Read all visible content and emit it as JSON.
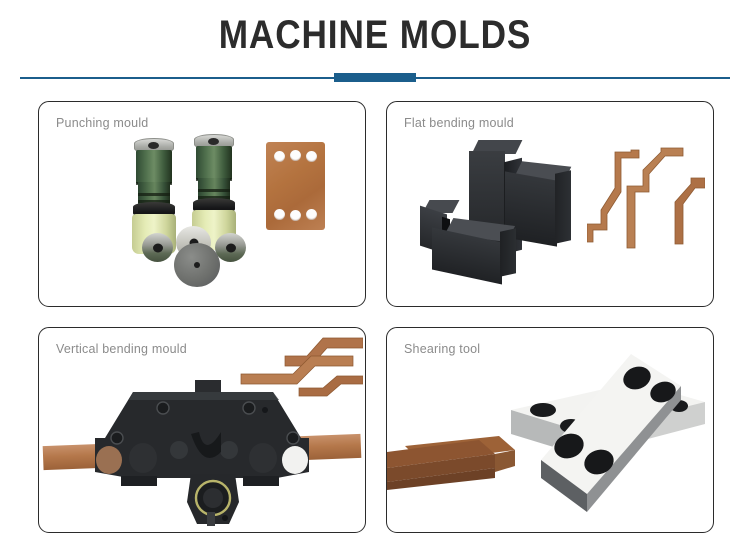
{
  "header": {
    "title": "MACHINE MOLDS",
    "divider_color": "#1b5e8c",
    "title_color": "#2c2c2c"
  },
  "cards": [
    {
      "id": "punching-mould",
      "label": "Punching mould",
      "products": [
        "punch tool left",
        "punch tool right",
        "small steel die ring left",
        "small steel die ring middle",
        "small steel die ring right",
        "gray round punch disc",
        "copper plate with six holes"
      ],
      "colors": {
        "tool_body": "#51714e",
        "tool_cap": "#a9aba6",
        "tool_base": "#e5ecb6",
        "copper": "#b4733f"
      }
    },
    {
      "id": "flat-bending-mould",
      "label": "Flat bending mould",
      "products": [
        "upper black bending die block",
        "lower black bending die block",
        "bent copper bus bar 1",
        "bent copper bus bar 2",
        "bent copper bus bar 3"
      ],
      "colors": {
        "die_block": "#2e3033",
        "copper": "#b5794c"
      }
    },
    {
      "id": "vertical-bending-mould",
      "label": "Vertical bending mould",
      "products": [
        "black vertical bending fixture plate",
        "round rotary bending head",
        "copper bar through fixture",
        "offset bent copper bar 1",
        "offset bent copper bar 2",
        "offset bent copper bar 3"
      ],
      "colors": {
        "fixture": "#27292c",
        "copper": "#b5794c"
      }
    },
    {
      "id": "shearing-tool",
      "label": "Shearing tool",
      "products": [
        "stacked copper bar blanks",
        "upper shearing blade block",
        "lower shearing blade block"
      ],
      "colors": {
        "blade": "#f2f2f0",
        "blade_shadow": "#9fa1a1",
        "copper": "#8a5632"
      }
    }
  ]
}
